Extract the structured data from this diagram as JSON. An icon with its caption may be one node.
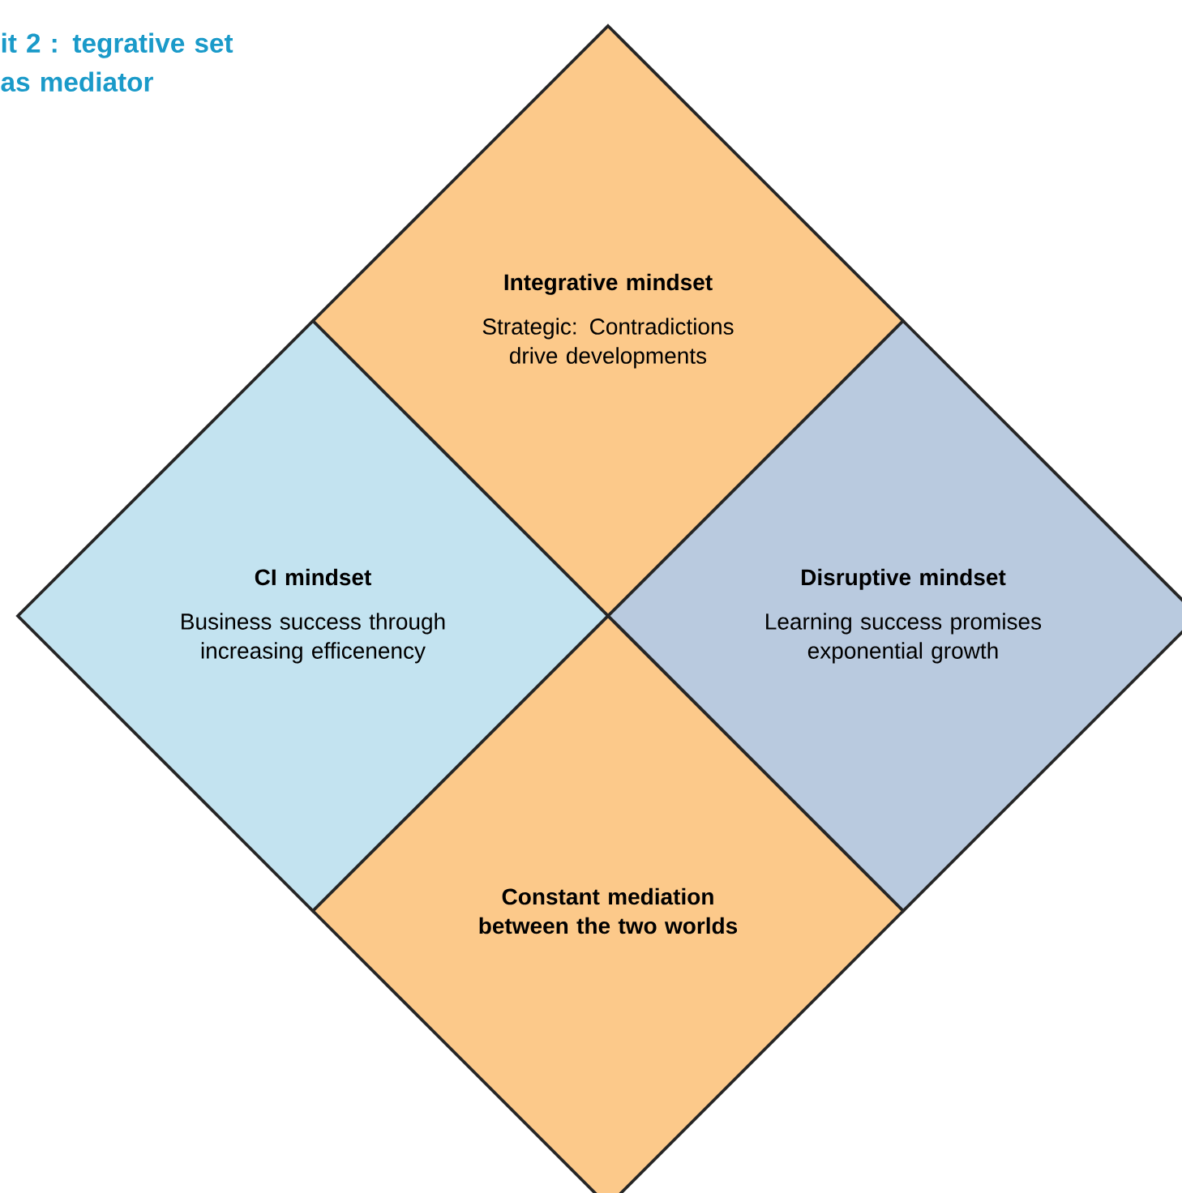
{
  "diagram": {
    "title": "it 2 : tegrative set as mediator",
    "nodes": [
      {
        "text": [
          "Integrative mindset",
          "Strategic: Contradictions drive developments"
        ]
      },
      {
        "text": [
          "CI mindset",
          "Business success through increasing efficenency"
        ]
      },
      {
        "text": [
          "Disruptive mindset",
          "Learning success promises exponential growth"
        ]
      },
      {
        "text": [
          "Constant mediation between the two worlds"
        ]
      }
    ]
  }
}
